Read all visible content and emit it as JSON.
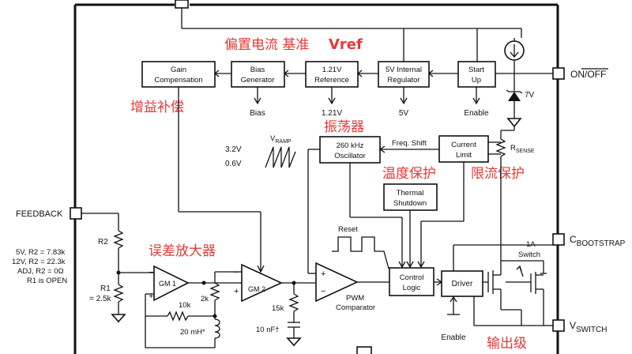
{
  "blocks": {
    "gain_compensation": [
      "Gain",
      "Compensation"
    ],
    "bias_generator": [
      "Bias",
      "Generator"
    ],
    "reference": [
      "1.21V",
      "Reference"
    ],
    "internal_regulator": [
      "5V Internal",
      "Regulator"
    ],
    "startup": [
      "Start",
      "Up"
    ],
    "oscillator": [
      "260 kHz",
      "Oscillator"
    ],
    "current_limit": [
      "Current",
      "Limit"
    ],
    "thermal_shutdown": [
      "Thermal",
      "Shutdown"
    ],
    "control_logic": [
      "Control",
      "Logic"
    ],
    "driver": "Driver",
    "gm1": "GM 1",
    "gm2": "GM 2"
  },
  "outputs": {
    "bias": "Bias",
    "ref": "1.21V",
    "reg": "5V",
    "enable_top": "Enable",
    "enable_bottom": "Enable"
  },
  "pins": {
    "on_off": "ON/OFF",
    "feedback": "FEEDBACK",
    "c_bootstrap": "C",
    "c_bootstrap_sub": "BOOTSTRAP",
    "v_switch": "V",
    "v_switch_sub": "SWITCH"
  },
  "labels": {
    "freq_shift": "Freq. Shift",
    "rsense": "R",
    "rsense_sub": "SENSE",
    "vramp": "V",
    "vramp_sub": "RAMP",
    "v_high": "3.2V",
    "v_low": "0.6V",
    "zener": "7V",
    "reset": "Reset",
    "switch_1a": [
      "1A",
      "Switch"
    ],
    "r2": "R2",
    "r1": [
      "R1",
      "= 2.5k"
    ],
    "r_table": [
      "5V, R2 = 7.83k",
      "12V, R2 = 22.3k",
      "ADJ, R2 = 0Ω",
      "R1 is OPEN"
    ],
    "r_2k": "2k",
    "r_10k": "10k",
    "l_20mh": "20 mH*",
    "r_15k": "15k",
    "c_10nf": "10 nF†",
    "pwm": [
      "PWM",
      "Comparator"
    ]
  },
  "annotations": {
    "bias_ref": "偏置电流 基准",
    "vref": "Vref",
    "gain_comp": "增益补偿",
    "oscillator": "振荡器",
    "temp_protect": "温度保护",
    "current_protect": "限流保护",
    "error_amp": "误差放大器",
    "output_stage": "输出级"
  },
  "colors": {
    "annotation": "#e53935",
    "line": "#111111"
  }
}
